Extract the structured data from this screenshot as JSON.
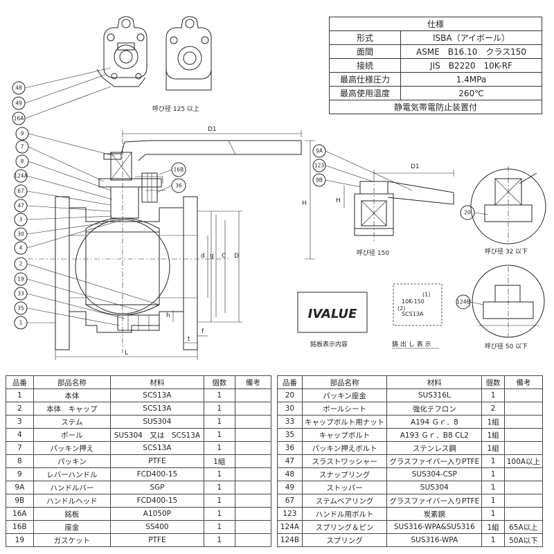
{
  "spec_table": {
    "title": "仕様",
    "rows": [
      {
        "key": "形式",
        "value": "ISBA（アイボール）"
      },
      {
        "key": "面間",
        "value": "ASME　B16.10　クラス150"
      },
      {
        "key": "接続",
        "value": "JIS　B2220　10K-RF"
      },
      {
        "key": "最高仕様圧力",
        "value": "1.4MPa"
      },
      {
        "key": "最高使用温度",
        "value": "260℃"
      }
    ],
    "footer": "静電気帯電防止装置付"
  },
  "drawing": {
    "callouts_left": [
      "48",
      "49",
      "16A",
      "9",
      "7",
      "8",
      "124A",
      "67",
      "47",
      "3",
      "30",
      "4",
      "2",
      "19",
      "33",
      "35",
      "1"
    ],
    "callouts_mid": [
      "16B",
      "36"
    ],
    "callouts_right_top": [
      "9A",
      "123",
      "9B"
    ],
    "callout_20": "20",
    "callout_124b": "124B",
    "dims": {
      "d1": "D1",
      "d1_small": "D1",
      "h": "H",
      "h_small": "H",
      "d": "d",
      "g": "g",
      "c": "C",
      "D": "D",
      "h_low": "h",
      "t": "t",
      "f": "f",
      "l": "L"
    },
    "captions": {
      "top_view": "呼び径 125 以上",
      "size150": "呼び径 150",
      "size32": "呼び径 32 以下",
      "size50": "呼び径 50 以下",
      "nameplate": "銘板表示内容",
      "casting": "鋳 出 し 表 示"
    },
    "logo_text": "IVALUE",
    "casting_lines": {
      "n1": "(1)",
      "l1": "10K-150",
      "n2": "(2)",
      "l2": "SCS13A"
    }
  },
  "parts_left": {
    "headers": [
      "品番",
      "部品名称",
      "材料",
      "個数",
      "備考"
    ],
    "rows": [
      [
        "1",
        "本体",
        "SCS13A",
        "1",
        ""
      ],
      [
        "2",
        "本体　キャップ",
        "SCS13A",
        "1",
        ""
      ],
      [
        "3",
        "ステム",
        "SUS304",
        "1",
        ""
      ],
      [
        "4",
        "ボール",
        "SUS304　又は　SCS13A",
        "1",
        ""
      ],
      [
        "7",
        "パッキン押え",
        "SCS13A",
        "1",
        ""
      ],
      [
        "8",
        "パッキン",
        "PTFE",
        "1組",
        ""
      ],
      [
        "9",
        "レバーハンドル",
        "FCD400-15",
        "1",
        ""
      ],
      [
        "9A",
        "ハンドルバー",
        "SGP",
        "1",
        ""
      ],
      [
        "9B",
        "ハンドルヘッド",
        "FCD400-15",
        "1",
        ""
      ],
      [
        "16A",
        "銘板",
        "A1050P",
        "1",
        ""
      ],
      [
        "16B",
        "座金",
        "SS400",
        "1",
        ""
      ],
      [
        "19",
        "ガスケット",
        "PTFE",
        "1",
        ""
      ]
    ]
  },
  "parts_right": {
    "headers": [
      "品番",
      "部品名称",
      "材料",
      "個数",
      "備考"
    ],
    "rows": [
      [
        "20",
        "パッキン座金",
        "SUS316L",
        "1",
        ""
      ],
      [
        "30",
        "ボールシート",
        "強化テフロン",
        "2",
        ""
      ],
      [
        "33",
        "キャップボルト用ナット",
        "A194 Ｇｒ．8",
        "1組",
        ""
      ],
      [
        "35",
        "キャップボルト",
        "A193 Ｇｒ．B8 CL2",
        "1組",
        ""
      ],
      [
        "36",
        "パッキン押えボルト",
        "ステンレス鋼",
        "1組",
        ""
      ],
      [
        "47",
        "スラストワッシャー",
        "グラスファイバー入りPTFE",
        "1",
        "100A以上"
      ],
      [
        "48",
        "スナップリング",
        "SUS304-CSP",
        "1",
        ""
      ],
      [
        "49",
        "ストッパー",
        "SUS304",
        "1",
        ""
      ],
      [
        "67",
        "ステムベアリング",
        "グラスファイバー入りPTFE",
        "1",
        ""
      ],
      [
        "123",
        "ハンドル用ボルト",
        "炭素鋼",
        "1",
        ""
      ],
      [
        "124A",
        "スプリング＆ピン",
        "SUS316-WPA&SUS316",
        "1組",
        "65A以上"
      ],
      [
        "124B",
        "スプリング",
        "SUS316-WPA",
        "1",
        "50A以下"
      ]
    ]
  }
}
